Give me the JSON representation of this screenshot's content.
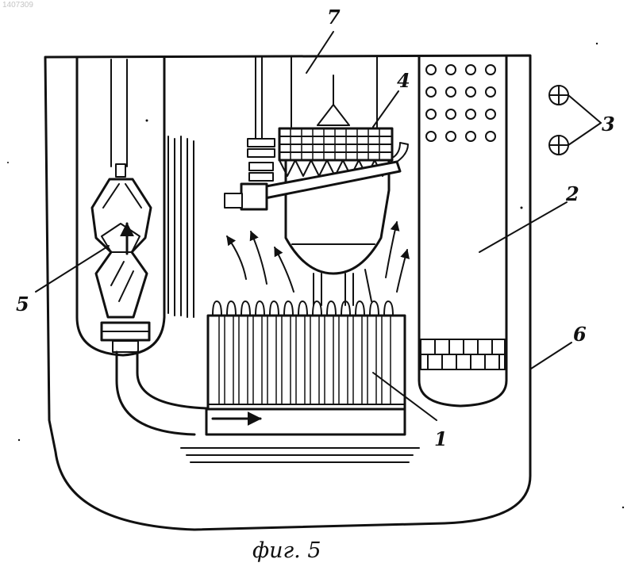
{
  "watermark": "1407309",
  "caption": "фиг. 5",
  "labels": {
    "l1": "1",
    "l2": "2",
    "l3": "3",
    "l4": "4",
    "l5": "5",
    "l6": "6",
    "l7": "7"
  }
}
